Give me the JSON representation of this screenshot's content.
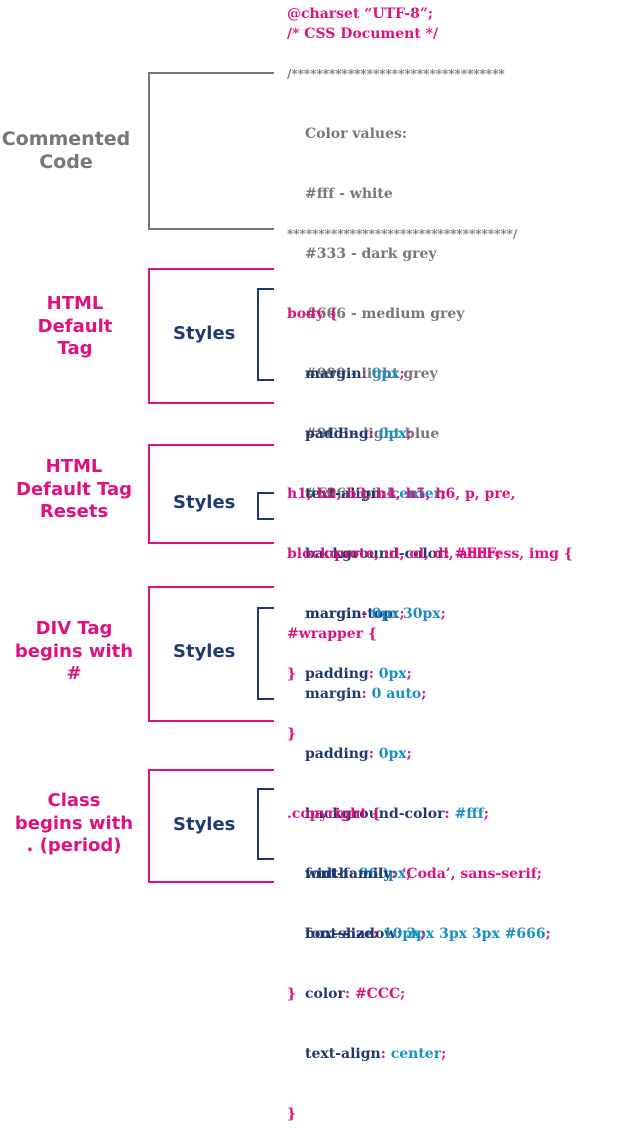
{
  "header": {
    "charset_line": "@charset “UTF-8”;",
    "comment_line": "/* CSS Document */"
  },
  "comment_block": {
    "label": [
      "Commented",
      "Code"
    ],
    "top": "/**********************************",
    "lines": [
      "Color values:",
      "#fff - white",
      "#333 - dark grey",
      "#666 - medium grey",
      "#999 - light grey",
      "#9CF - light blue",
      "#F06 - pink"
    ],
    "bottom": "************************************/"
  },
  "sections": [
    {
      "label": [
        "HTML",
        "Default",
        "Tag"
      ],
      "styles_label": "Styles",
      "selector_lines": [
        "body {"
      ],
      "props": [
        {
          "name": "margin",
          "value": "0px"
        },
        {
          "name": "padding",
          "value": "0px"
        },
        {
          "name": "text-align",
          "value": "center"
        },
        {
          "name": "background-color",
          "value": "#FFF"
        },
        {
          "name": "margin-top",
          "value": "30px"
        }
      ],
      "close": "}"
    },
    {
      "label": [
        "HTML",
        "Default Tag",
        "Resets"
      ],
      "styles_label": "Styles",
      "selector_lines": [
        "h1, h2, h3, h4, h5, h6, p, pre,",
        "blockquote, ul, ol, dl, address, img {"
      ],
      "props": [
        {
          "name": "margin",
          "value": "0px"
        },
        {
          "name": "padding",
          "value": "0px"
        }
      ],
      "close": "}"
    },
    {
      "label": [
        "DIV Tag",
        "begins with",
        "#"
      ],
      "styles_label": "Styles",
      "selector_lines": [
        "#wrapper {"
      ],
      "props": [
        {
          "name": "margin",
          "value": "0 auto"
        },
        {
          "name": "padding",
          "value": "0px"
        },
        {
          "name": "background-color",
          "value": "#fff"
        },
        {
          "name": "width",
          "value": "960px"
        },
        {
          "name": "box-shadow",
          "value": "3px 3px 3px #666"
        }
      ],
      "close": "}"
    },
    {
      "label": [
        "Class",
        "begins with",
        ". (period)"
      ],
      "styles_label": "Styles",
      "selector_lines": [
        ".copyright {"
      ],
      "props": [
        {
          "name": "font-family",
          "value": "‘Coda’, sans-serif"
        },
        {
          "name": "font-size",
          "value": "10px"
        },
        {
          "name": "color",
          "value": "#CCC"
        },
        {
          "name": "text-align",
          "value": "center"
        }
      ],
      "close": "}"
    }
  ]
}
